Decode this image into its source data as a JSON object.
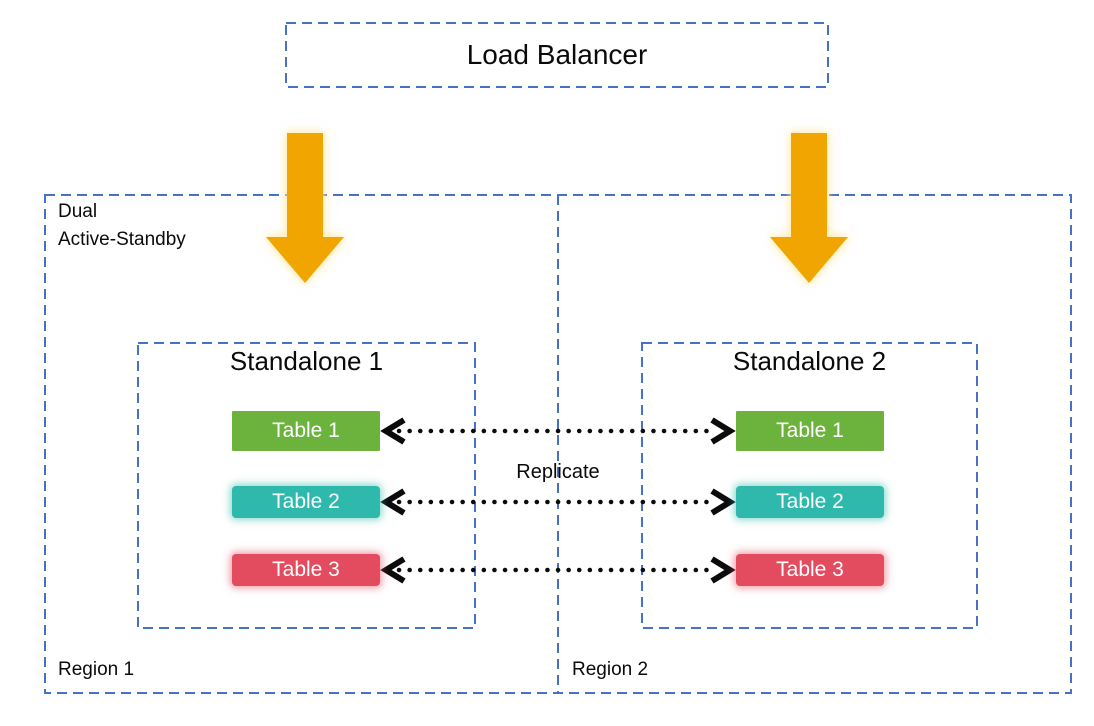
{
  "diagram": {
    "load_balancer_label": "Load Balancer",
    "container_label": "Dual\nActive-Standby",
    "replicate_label": "Replicate",
    "regions": [
      {
        "label": "Region 1",
        "standalone": {
          "title": "Standalone 1",
          "tables": [
            {
              "label": "Table 1"
            },
            {
              "label": "Table 2"
            },
            {
              "label": "Table 3"
            }
          ]
        }
      },
      {
        "label": "Region 2",
        "standalone": {
          "title": "Standalone 2",
          "tables": [
            {
              "label": "Table 1"
            },
            {
              "label": "Table 2"
            },
            {
              "label": "Table 3"
            }
          ]
        }
      }
    ],
    "colors": {
      "dashed_border": "#4472C4",
      "arrow_fill": "#F0A500",
      "connector": "#0B0B0B",
      "table1_bg": "#6BB33D",
      "table2_bg": "#2FB9AC",
      "table3_bg": "#E34B5F",
      "table_text": "#FFFFFF",
      "text": "#0A0A0A"
    }
  }
}
